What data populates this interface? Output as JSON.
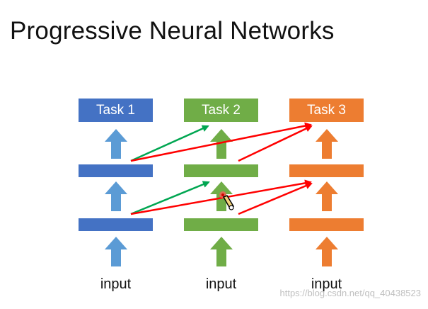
{
  "slide": {
    "title": "Progressive Neural Networks"
  },
  "columns": [
    {
      "task_label": "Task 1",
      "input_label": "input",
      "color": "#4472c4",
      "arrow_color": "#5b9bd5"
    },
    {
      "task_label": "Task 2",
      "input_label": "input",
      "color": "#70ad47",
      "arrow_color": "#70ad47"
    },
    {
      "task_label": "Task 3",
      "input_label": "input",
      "color": "#ed7d31",
      "arrow_color": "#ed7d31"
    }
  ],
  "lateral_connections": {
    "green_color": "#00a651",
    "red_color": "#ff0000",
    "links": [
      {
        "from": "column-1-layer-2",
        "to": "column-2-layer-3",
        "color": "green"
      },
      {
        "from": "column-1-layer-2",
        "to": "column-3-layer-3",
        "color": "red"
      },
      {
        "from": "column-2-layer-2",
        "to": "column-3-layer-3",
        "color": "red"
      },
      {
        "from": "column-1-layer-1",
        "to": "column-2-layer-2",
        "color": "green"
      },
      {
        "from": "column-1-layer-1",
        "to": "column-3-layer-2",
        "color": "red"
      },
      {
        "from": "column-2-layer-1",
        "to": "column-3-layer-2",
        "color": "red"
      }
    ]
  },
  "icons": {
    "cursor": "pen-cursor-icon"
  },
  "watermark": {
    "text": "https://blog.csdn.net/qq_40438523"
  }
}
